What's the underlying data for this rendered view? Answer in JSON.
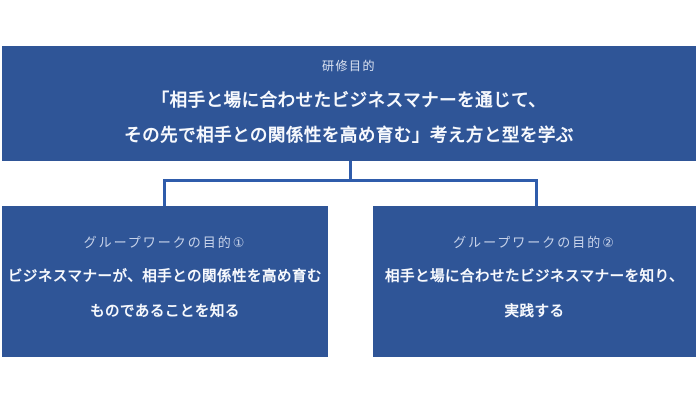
{
  "colors": {
    "background": "#FFFFFF",
    "box_fill": "#2F5597",
    "connector_line": "#2F5CAB",
    "label_text": "#C7D2E9",
    "body_text": "#FFFFFF"
  },
  "top_box": {
    "label": "研修目的",
    "line1": "「相手と場に合わせたビジネスマナーを通じて、",
    "line2": "その先で相手との関係性を高め育む」考え方と型を学ぶ"
  },
  "left_box": {
    "label": "グループワークの目的①",
    "line1": "ビジネスマナーが、相手との関係性を高め育む",
    "line2": "ものであることを知る"
  },
  "right_box": {
    "label": "グループワークの目的②",
    "line1": "相手と場に合わせたビジネスマナーを知り、",
    "line2": "実践する"
  }
}
